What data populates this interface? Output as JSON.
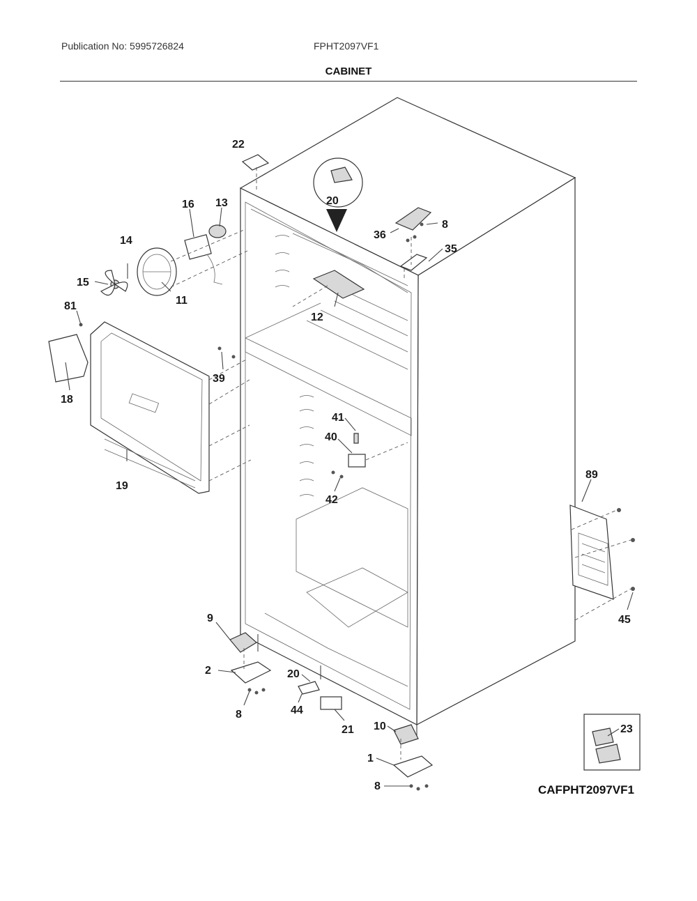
{
  "header": {
    "publication": "Publication No: 5995726824",
    "model": "FPHT2097VF1",
    "title": "CABINET"
  },
  "diagram": {
    "callouts": [
      "22",
      "20",
      "16",
      "13",
      "14",
      "8",
      "36",
      "35",
      "15",
      "11",
      "12",
      "81",
      "39",
      "18",
      "19",
      "41",
      "40",
      "42",
      "89",
      "45",
      "9",
      "2",
      "20",
      "8",
      "44",
      "21",
      "10",
      "1",
      "8",
      "23"
    ],
    "code": "CAFPHT2097VF1"
  }
}
